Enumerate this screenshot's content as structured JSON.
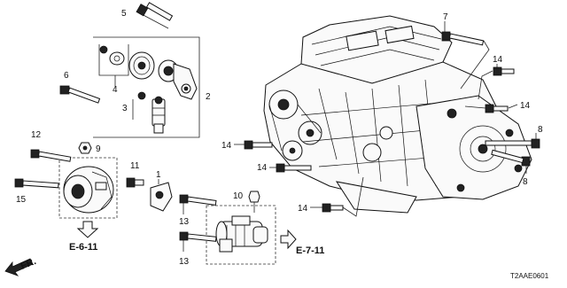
{
  "diagram": {
    "callouts": {
      "c5": "5",
      "c7": "7",
      "c14a": "14",
      "c6": "6",
      "c4": "4",
      "c2": "2",
      "c3": "3",
      "c14b": "14",
      "c14c": "14",
      "c14d": "14",
      "c8a": "8",
      "c8b": "8",
      "c12": "12",
      "c9": "9",
      "c11": "11",
      "c1": "1",
      "c15": "15",
      "c10": "10",
      "c13a": "13",
      "c13b": "13",
      "c14e": "14"
    },
    "references": {
      "alternator": "E-6-11",
      "starter": "E-7-11"
    },
    "direction_label": "FR.",
    "diagram_code": "T2AAE0601"
  }
}
